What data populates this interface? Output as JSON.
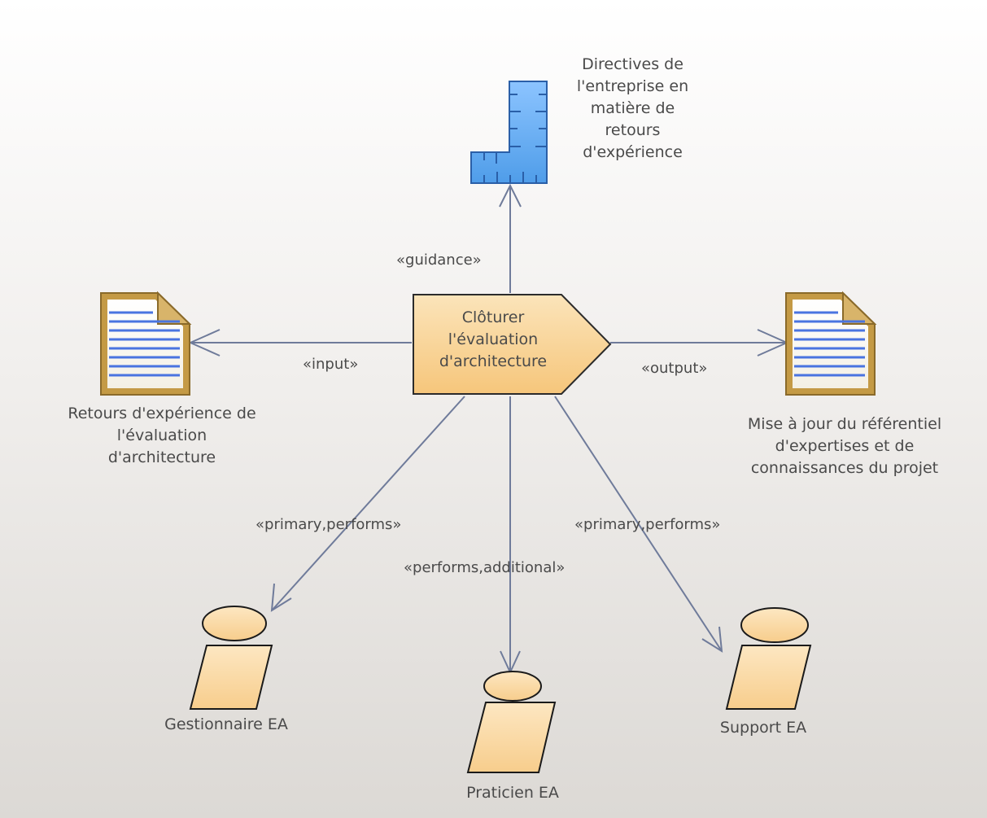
{
  "task": {
    "name": "Clôturer\nl'évaluation\nd'architecture"
  },
  "guidance": {
    "name": "Directives de\nl'entreprise en\nmatière de\nretours\nd'expérience"
  },
  "input_artifact": {
    "name": "Retours d'expérience de\nl'évaluation\nd'architecture"
  },
  "output_artifact": {
    "name": "Mise à jour du référentiel\nd'expertises et de\nconnaissances du projet"
  },
  "roles": {
    "left": "Gestionnaire EA",
    "center": "Praticien EA",
    "right": "Support EA"
  },
  "connectors": {
    "guidance": "«guidance»",
    "input": "«input»",
    "output": "«output»",
    "left_role": "«primary,performs»",
    "center_role": "«performs,additional»",
    "right_role": "«primary,performs»"
  },
  "colors": {
    "line": "#6f7b9a",
    "task_fill": "#f9d79b",
    "role_fill": "#fbd9a2",
    "guidance_fill": "#5fa9f0",
    "artifact_fill": "#c49a45",
    "artifact_lines": "#4a74e0"
  }
}
